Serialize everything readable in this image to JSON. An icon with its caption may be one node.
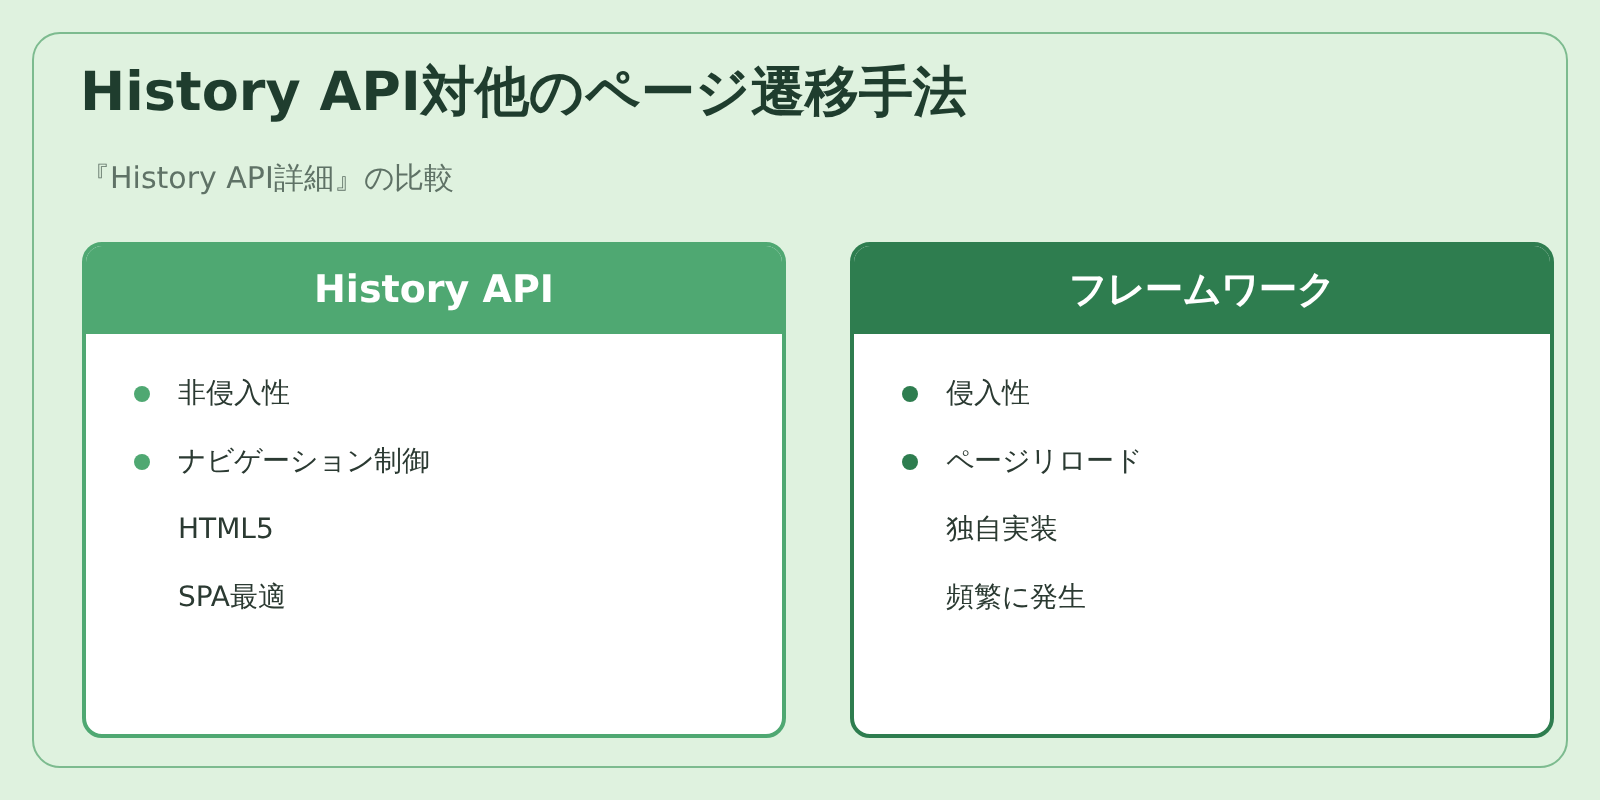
{
  "diagram": {
    "nodes": [
      {
        "text": [
          "History API対他のページ遷移手法",
          "『History API詳細』の比較"
        ]
      },
      {
        "text": [
          "History API",
          "非侵入性",
          "ナビゲーション制御",
          "HTML5",
          "SPA最適"
        ],
        "in": 0
      },
      {
        "text": [
          "フレームワーク",
          "侵入性",
          "ページリロード",
          "独自実装",
          "頻繁に発生"
        ],
        "in": 0
      }
    ]
  }
}
